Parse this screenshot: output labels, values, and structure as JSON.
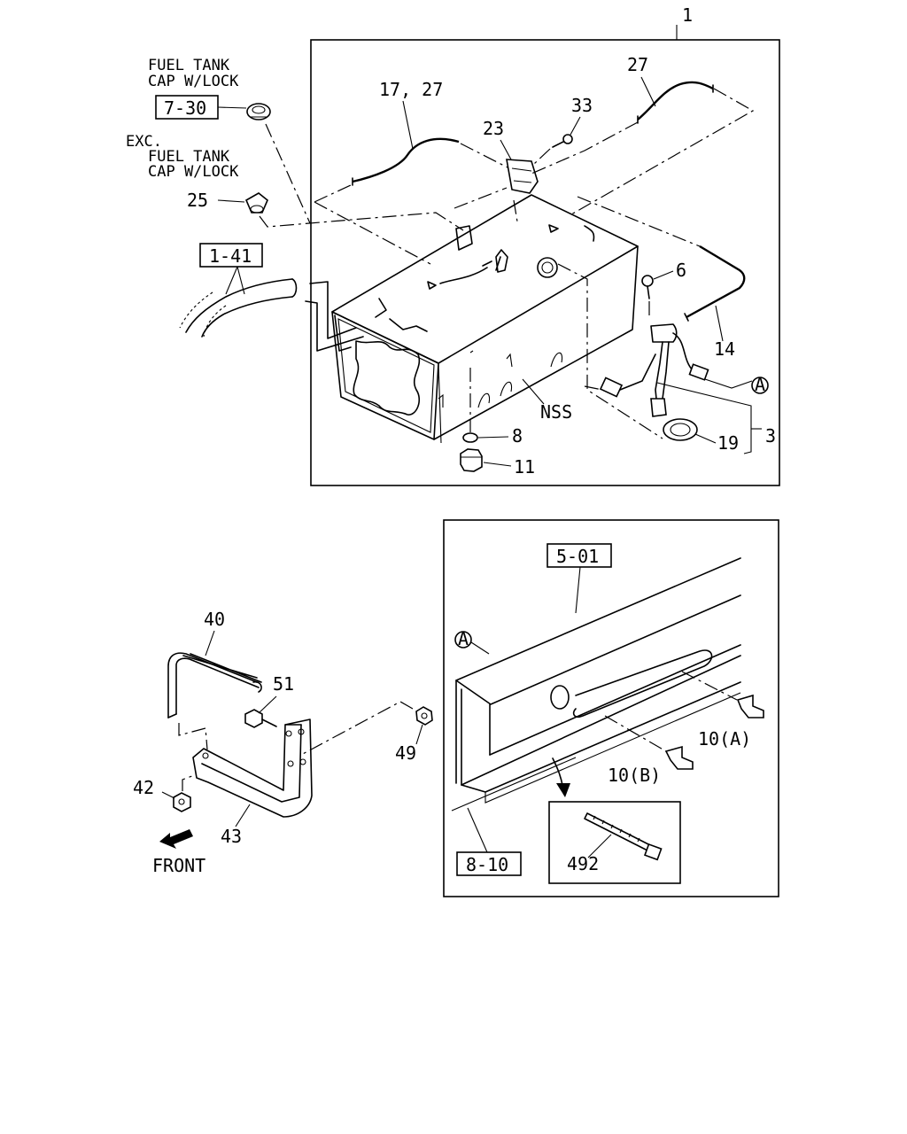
{
  "notes": {
    "cap_lock": [
      "FUEL TANK",
      "CAP W/LOCK"
    ],
    "cap_exc": [
      "EXC.",
      "FUEL TANK",
      "CAP W/LOCK"
    ],
    "front": "FRONT"
  },
  "refs": {
    "r730": "7-30",
    "r141": "1-41",
    "r501": "5-01",
    "r810": "8-10"
  },
  "callouts": {
    "c1": "1",
    "c17_27": "17, 27",
    "c27": "27",
    "c33": "33",
    "c23": "23",
    "c25": "25",
    "c6": "6",
    "c14": "14",
    "c3": "3",
    "c19": "19",
    "c8": "8",
    "c11": "11",
    "nss": "NSS",
    "cA1": "A",
    "cA2": "A",
    "c40": "40",
    "c51": "51",
    "c49": "49",
    "c42": "42",
    "c43": "43",
    "c10a": "10(A)",
    "c10b": "10(B)",
    "c492": "492"
  }
}
